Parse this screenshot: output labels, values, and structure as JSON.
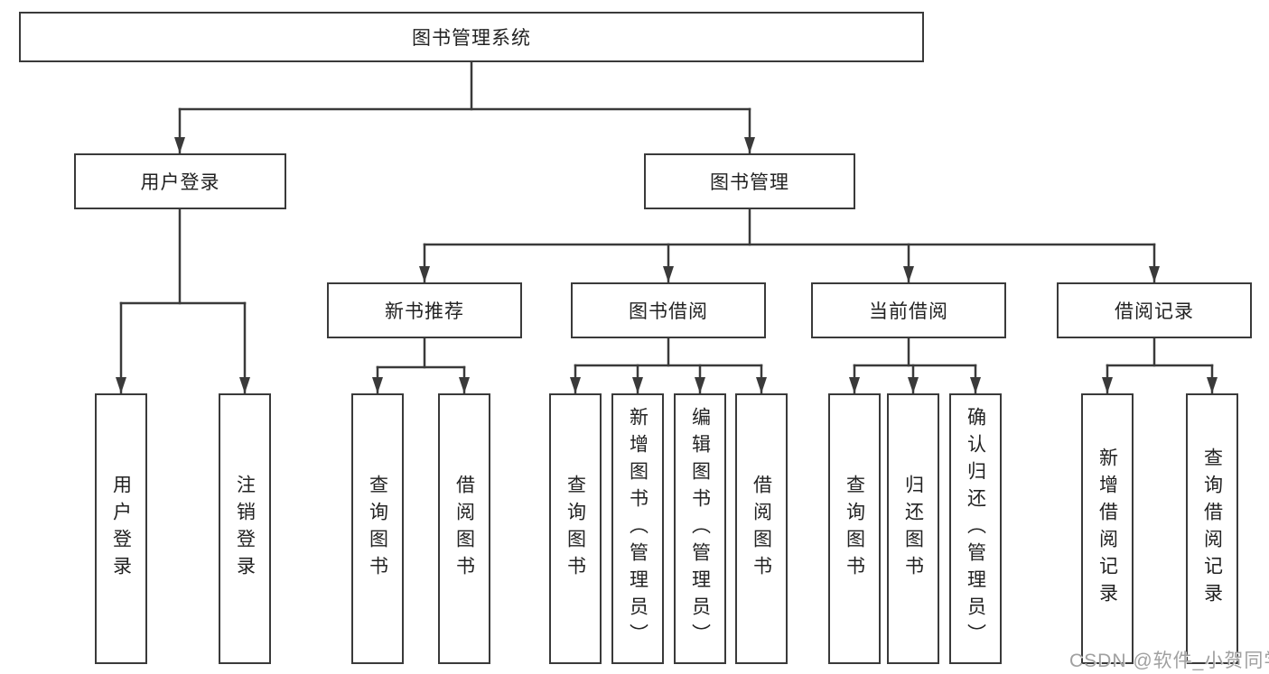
{
  "colors": {
    "line": "#3a3a3a",
    "border": "#3a3a3a",
    "text": "#222222",
    "watermark": "#a0a0a0",
    "bg": "#ffffff"
  },
  "tree": {
    "root": "图书管理系统",
    "branches": [
      {
        "label": "用户登录",
        "children": [
          {
            "label": "用户登录"
          },
          {
            "label": "注销登录"
          }
        ]
      },
      {
        "label": "图书管理",
        "children": [
          {
            "label": "新书推荐",
            "children": [
              {
                "label": "查询图书"
              },
              {
                "label": "借阅图书"
              }
            ]
          },
          {
            "label": "图书借阅",
            "children": [
              {
                "label": "查询图书"
              },
              {
                "label": "新增图书（管理员）"
              },
              {
                "label": "编辑图书（管理员）"
              },
              {
                "label": "借阅图书"
              }
            ]
          },
          {
            "label": "当前借阅",
            "children": [
              {
                "label": "查询图书"
              },
              {
                "label": "归还图书"
              },
              {
                "label": "确认归还（管理员）"
              }
            ]
          },
          {
            "label": "借阅记录",
            "children": [
              {
                "label": "新增借阅记录"
              },
              {
                "label": "查询借阅记录"
              }
            ]
          }
        ]
      }
    ]
  },
  "watermark": {
    "text": "CSDN @软件_小贺同学"
  }
}
